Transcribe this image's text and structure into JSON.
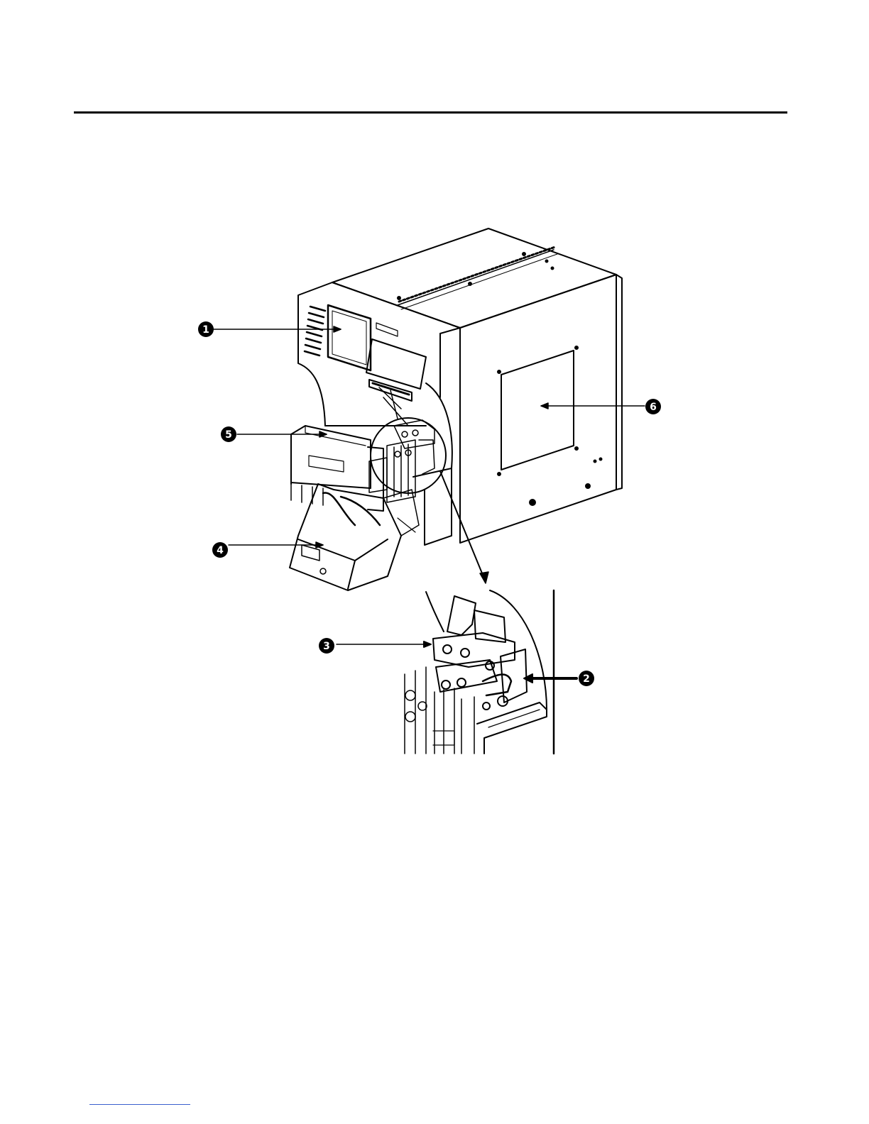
{
  "colors": {
    "ink": "#000000",
    "paper": "#ffffff",
    "footnote_rule": "#3a5fcd"
  },
  "callouts": [
    {
      "id": "1",
      "glyph": "1"
    },
    {
      "id": "2",
      "glyph": "2"
    },
    {
      "id": "3",
      "glyph": "3"
    },
    {
      "id": "4",
      "glyph": "4"
    },
    {
      "id": "5",
      "glyph": "5"
    },
    {
      "id": "6",
      "glyph": "6"
    }
  ]
}
